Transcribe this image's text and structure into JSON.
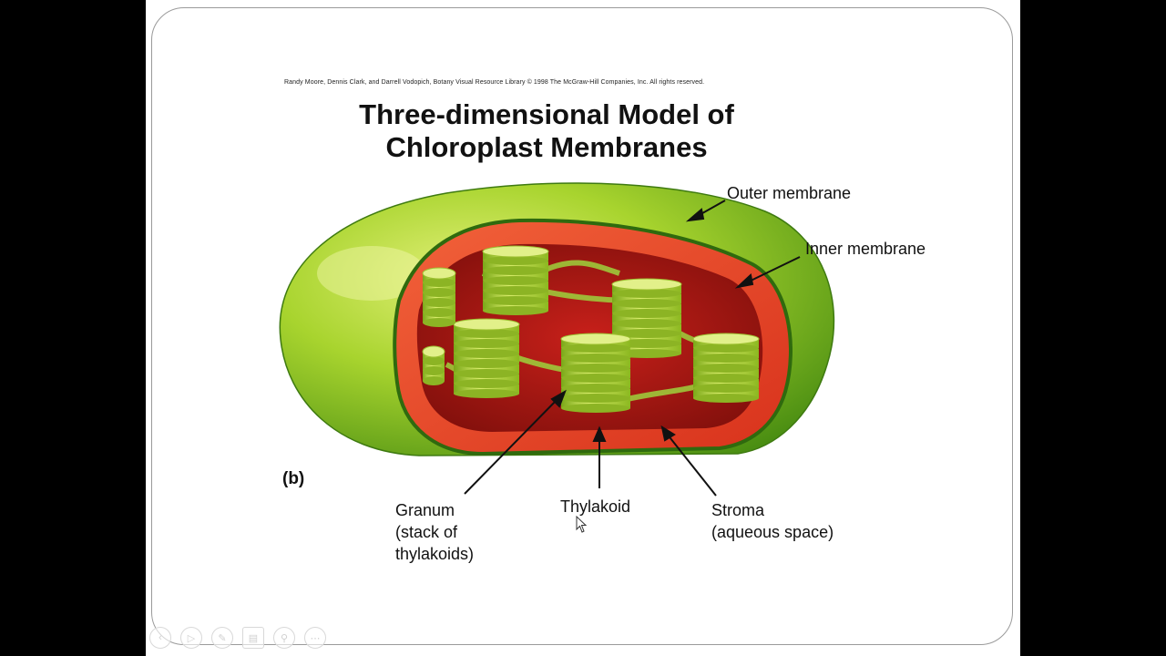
{
  "slide": {
    "credit": "Randy Moore, Dennis Clark, and Darrell Vodopich, Botany Visual Resource Library © 1998 The McGraw-Hill Companies, Inc. All rights reserved.",
    "title_line1": "Three-dimensional Model of",
    "title_line2": "Chloroplast Membranes",
    "panel_label": "(b)"
  },
  "labels": {
    "outer_membrane": "Outer membrane",
    "inner_membrane": "Inner membrane",
    "granum": [
      "Granum",
      "(stack of",
      "thylakoids)"
    ],
    "thylakoid": "Thylakoid",
    "stroma": [
      "Stroma",
      "(aqueous space)"
    ]
  },
  "colors": {
    "outer_green": "#8cc820",
    "inner_red": "#e8442a",
    "stroma_orange": "#f07a3c",
    "thylakoid_green": "#b8d84a"
  },
  "controls": [
    "previous-icon",
    "play-icon",
    "pen-icon",
    "slides-icon",
    "zoom-icon",
    "more-icon"
  ]
}
